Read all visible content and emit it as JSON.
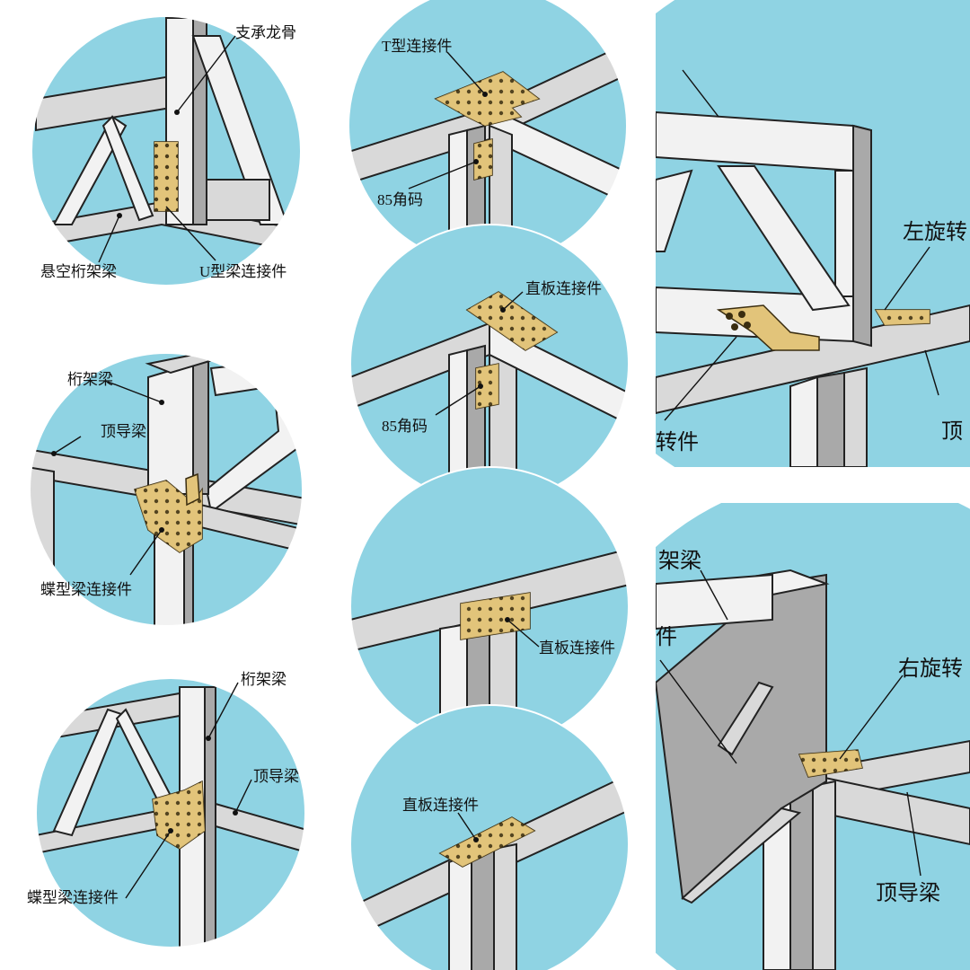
{
  "colors": {
    "sky": "#8fd3e3",
    "steel": "#d9d9d9",
    "steel_shadow": "#a9a9a9",
    "plate": "#e2c47a"
  },
  "panels": [
    {
      "id": "p1",
      "labels": {
        "support_keel": "支承龙骨",
        "suspended_truss": "悬空桁架梁",
        "u_connector": "U型梁连接件"
      }
    },
    {
      "id": "p2",
      "labels": {
        "t_connector": "T型连接件",
        "corner_85": "85角码"
      }
    },
    {
      "id": "p3",
      "labels": {
        "straight_plate": "直板连接件",
        "corner_85": "85角码"
      }
    },
    {
      "id": "p4",
      "labels": {
        "truss_beam": "桁架梁",
        "top_guide": "顶导梁",
        "butterfly": "蝶型梁连接件"
      }
    },
    {
      "id": "p5",
      "labels": {
        "straight_plate": "直板连接件"
      }
    },
    {
      "id": "p6",
      "labels": {
        "truss_beam": "桁架梁",
        "top_guide": "顶导梁",
        "butterfly": "蝶型梁连接件"
      }
    },
    {
      "id": "p7",
      "labels": {
        "straight_plate": "直板连接件"
      }
    },
    {
      "id": "p8",
      "labels": {
        "left_rotate": "左旋转",
        "rotate_piece": "转件",
        "top_partial": "顶"
      }
    },
    {
      "id": "p9",
      "labels": {
        "truss_partial": "架梁",
        "piece_partial": "件",
        "right_rotate": "右旋转",
        "top_guide": "顶导梁"
      }
    }
  ]
}
